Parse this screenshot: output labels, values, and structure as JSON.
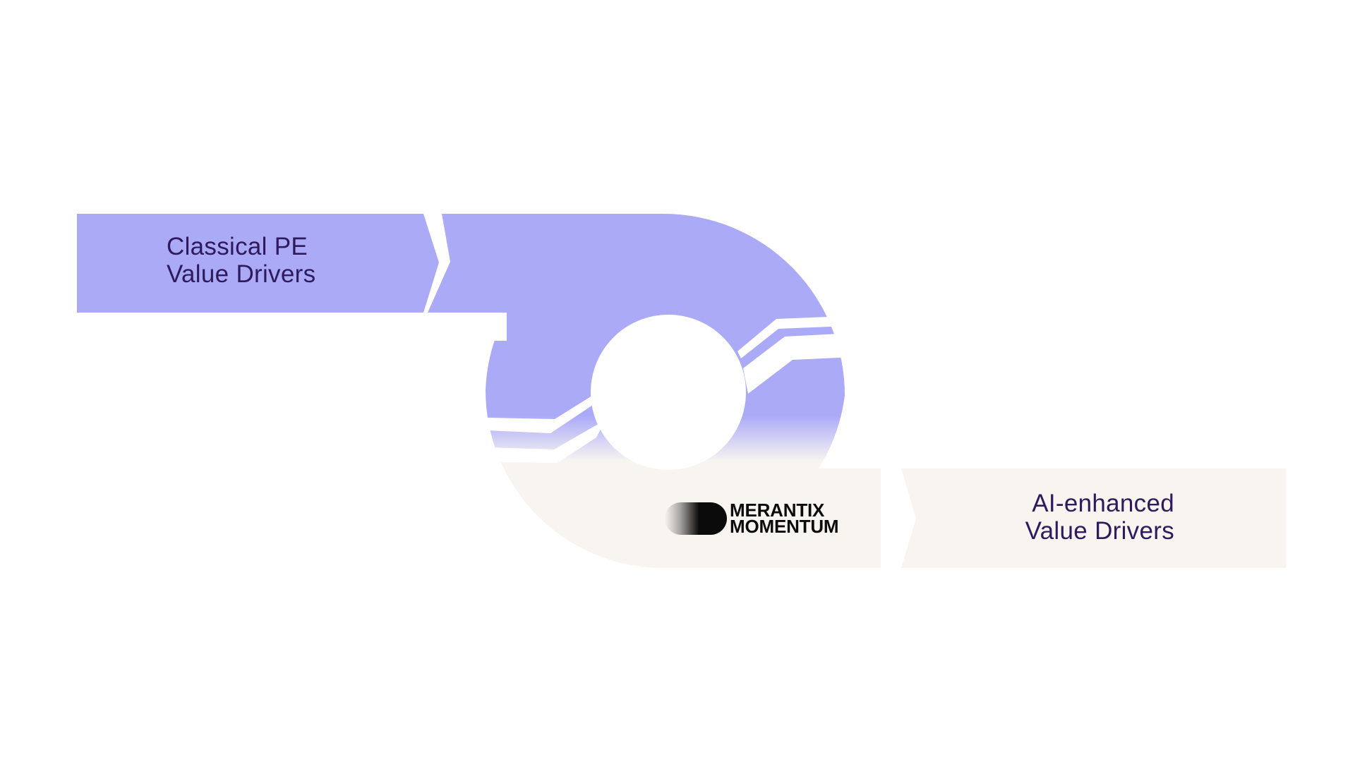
{
  "diagram": {
    "left_block": {
      "line1": "Classical PE",
      "line2": "Value Drivers"
    },
    "right_block": {
      "line1": "AI-enhanced",
      "line2": "Value Drivers"
    },
    "logo": {
      "line1": "MERANTIX",
      "line2": "MOMENTUM"
    }
  },
  "colors": {
    "classical": "#abaaf7",
    "ai_enhanced": "#f8f5f1",
    "label_text": "#2e1a5c",
    "logo_text": "#0b0b0b",
    "background": "#ffffff"
  }
}
